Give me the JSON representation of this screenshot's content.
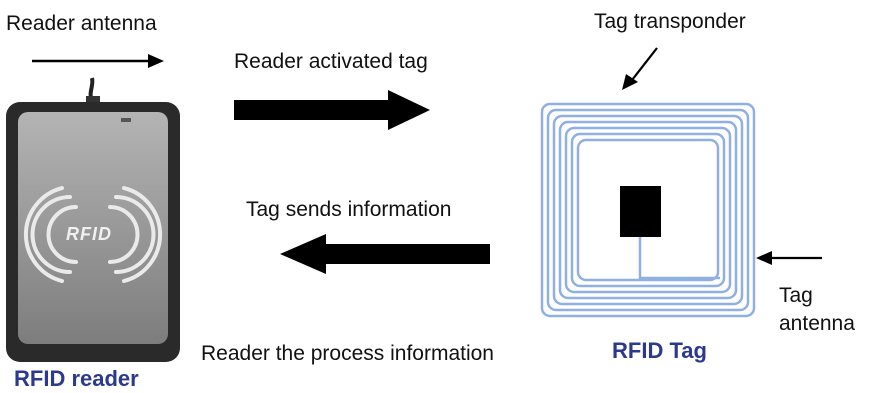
{
  "labels": {
    "reader_antenna": "Reader antenna",
    "reader_activated_tag": "Reader activated tag",
    "tag_transponder": "Tag transponder",
    "tag_sends_information": "Tag sends information",
    "tag_antenna_line1": "Tag",
    "tag_antenna_line2": "antenna",
    "reader_process_information": "Reader the process information",
    "rfid_reader": "RFID reader",
    "rfid_tag": "RFID Tag"
  },
  "device_logo_text": "RFID",
  "colors": {
    "arrow": "#000000",
    "caption_blue": "#2b3a8f",
    "coil": "#8fb0e0",
    "reader_body": "#2a2a2a",
    "reader_face": "#9a9a9a",
    "chip": "#000000"
  },
  "icons": {
    "reader": "rfid-reader-device",
    "tag": "rfid-tag-coil"
  }
}
